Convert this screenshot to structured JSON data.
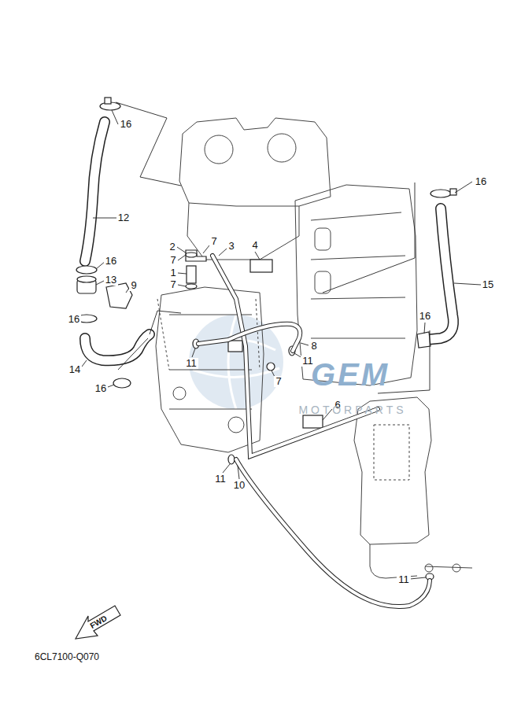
{
  "diagram": {
    "labels": [
      "16",
      "16",
      "12",
      "2",
      "7",
      "3",
      "4",
      "16",
      "13",
      "9",
      "7",
      "1",
      "7",
      "15",
      "16",
      "16",
      "8",
      "11",
      "11",
      "7",
      "14",
      "16",
      "6",
      "11",
      "10",
      "11",
      "FWD",
      "6CL7100-Q070",
      "GEM",
      "MOTORPARTS"
    ]
  }
}
